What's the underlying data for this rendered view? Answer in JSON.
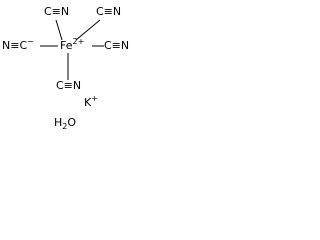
{
  "structure": {
    "fe_label": "Fe",
    "fe_charge": "2+",
    "ligand_top_left": "C≡N",
    "ligand_top_right": "C≡N",
    "ligand_left": "N≡C",
    "ligand_left_charge": "−",
    "ligand_right": "C≡N",
    "ligand_bottom": "C≡N",
    "counter_ion": "K",
    "counter_ion_charge": "+",
    "water_h": "H",
    "water_sub": "2",
    "water_o": "O"
  }
}
